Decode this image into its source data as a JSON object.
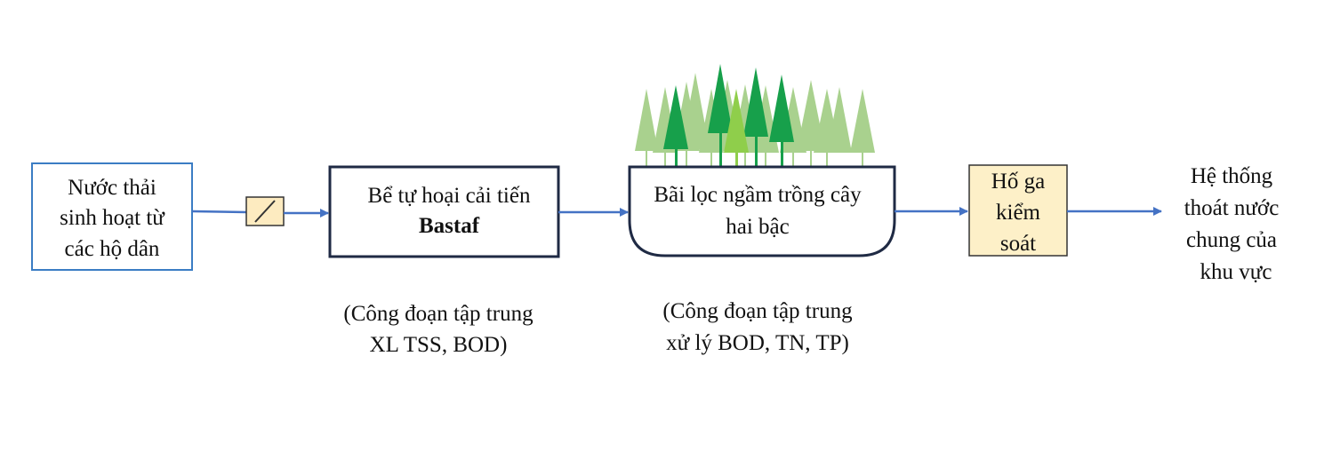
{
  "nodes": {
    "source": {
      "lines": [
        "Nước thải",
        "sinh hoạt từ",
        "các hộ dân"
      ],
      "border_color": "#3b7dc4"
    },
    "septic": {
      "line1": "Bể tự hoại cải tiến",
      "line2": "Bastaf",
      "border_color": "#1f2a44"
    },
    "wetland": {
      "lines": [
        "Bãi lọc ngầm trồng cây",
        "hai bậc"
      ],
      "border_color": "#1f2a44"
    },
    "manhole": {
      "lines": [
        "Hố ga",
        "kiểm",
        "soát"
      ],
      "fill_color": "#fdf0c8"
    },
    "outlet": {
      "lines": [
        "Hệ thống",
        "thoát nước",
        "chung của",
        "khu vực"
      ]
    }
  },
  "notes": {
    "septic_stage": [
      "(Công đoạn tập trung",
      "XL TSS, BOD)"
    ],
    "wetland_stage": [
      "(Công đoạn tập trung",
      "xử lý BOD, TN, TP)"
    ]
  },
  "colors": {
    "arrow": "#4472c4",
    "screen_fill": "#fdebc0",
    "tree_light": "#a9d18e",
    "tree_dark": "#17a04b",
    "tree_mid": "#8fce4b"
  },
  "icons": {
    "screen": "screen-filter-icon",
    "trees": "tree-icon"
  }
}
